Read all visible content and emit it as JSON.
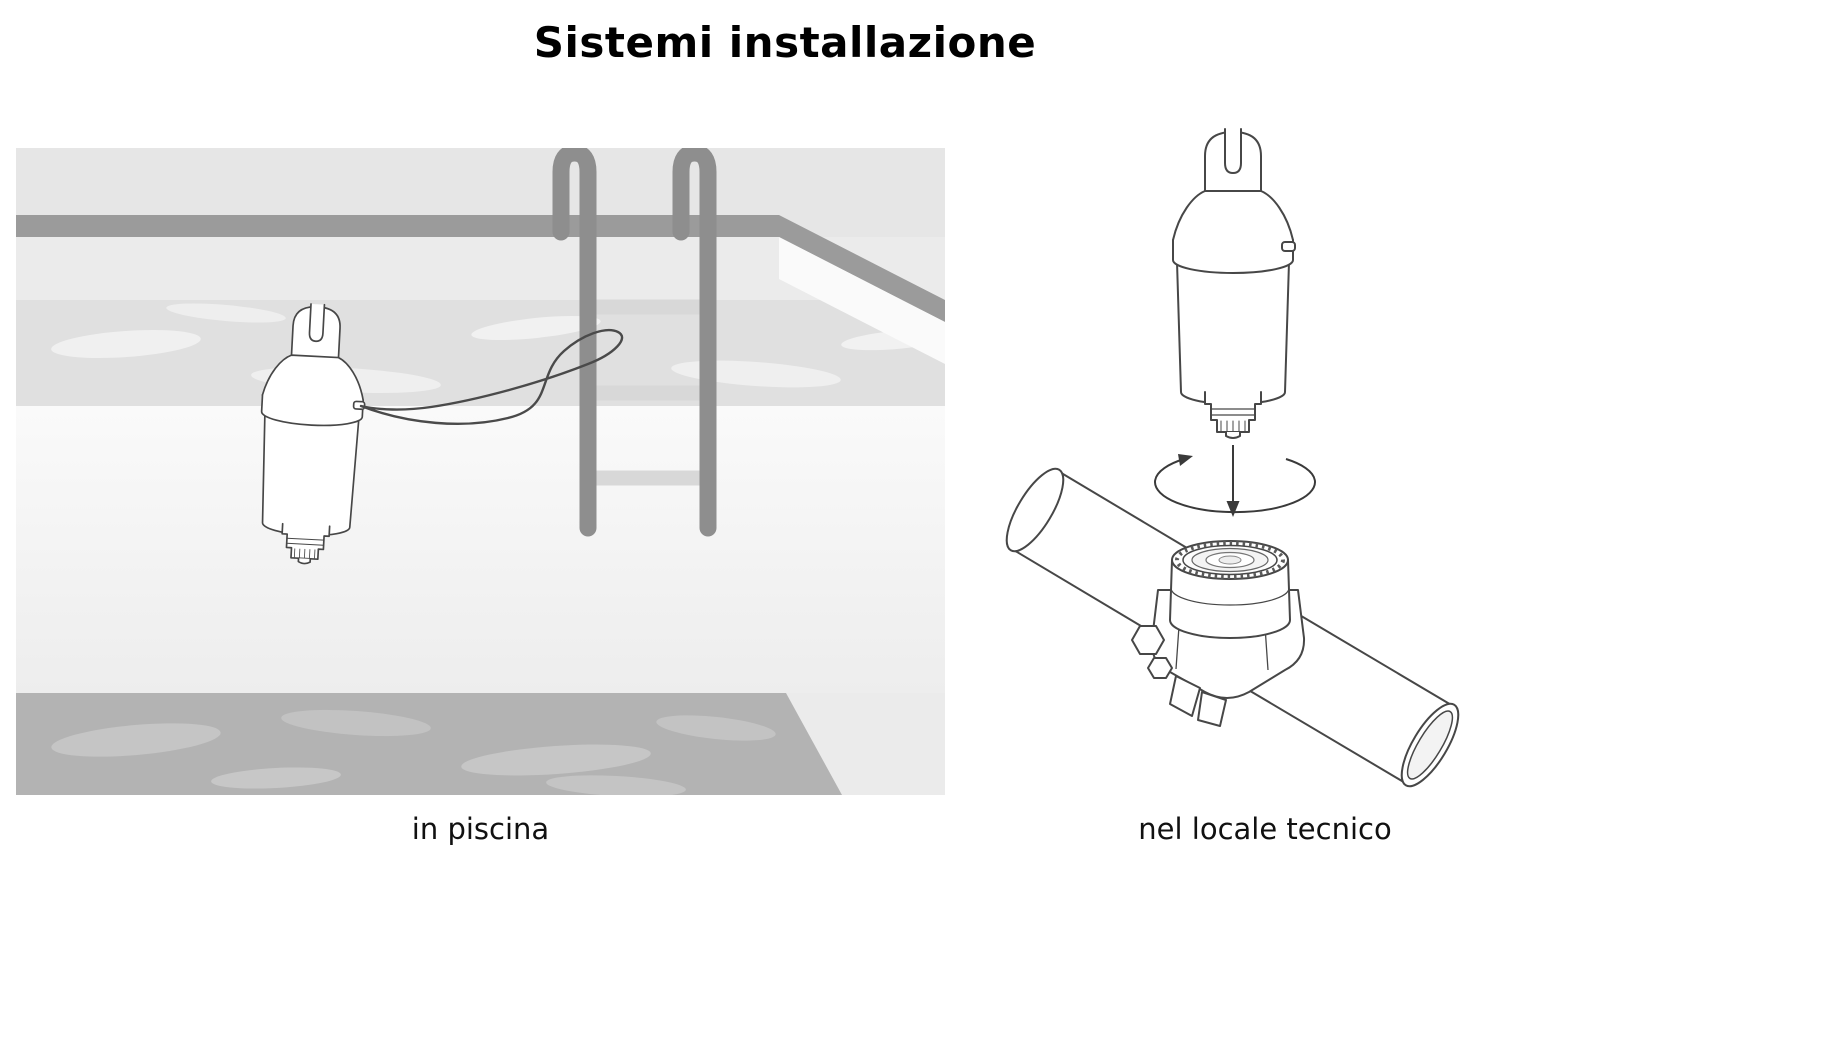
{
  "page": {
    "title": "Sistemi installazione",
    "background": "#ffffff"
  },
  "panels": {
    "pool": {
      "caption": "in piscina"
    },
    "technical": {
      "caption": "nel locale tecnico"
    }
  },
  "colors": {
    "pool_deck": "#e6e6e6",
    "pool_edge_band": "#9b9b9b",
    "water_band": "#e0e0e0",
    "pool_floor": "#b3b3b3",
    "line_art": "#474747",
    "ladder_rail": "#8e8e8e",
    "ladder_rung": "#d8d8d8"
  },
  "icons": {
    "floating_sensor": "sensor-buoy-icon",
    "installed_sensor": "sensor-probe-icon",
    "rotation": "rotation-arrow-icon",
    "insertion": "down-arrow-icon"
  }
}
